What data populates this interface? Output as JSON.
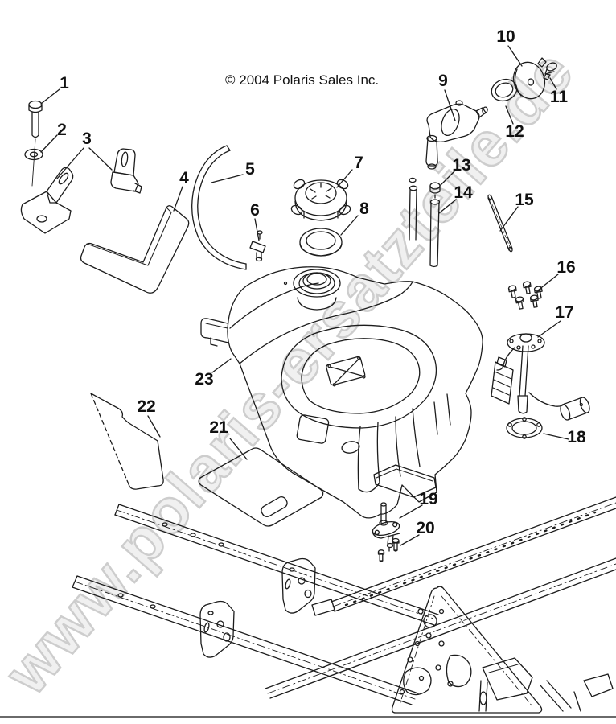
{
  "page": {
    "copyright": "© 2004 Polaris Sales Inc.",
    "watermark": "www.polaris-ersatzteile.de",
    "colors": {
      "background": "#ffffff",
      "line": "#1c1c1c",
      "watermark_stroke": "#c9c9c9",
      "watermark_fill": "#efefef",
      "footer_bar": "#6a6a6a"
    }
  },
  "diagram": {
    "type": "exploded-parts-diagram",
    "callouts": [
      {
        "n": "1"
      },
      {
        "n": "2"
      },
      {
        "n": "3"
      },
      {
        "n": "4"
      },
      {
        "n": "5"
      },
      {
        "n": "6"
      },
      {
        "n": "7"
      },
      {
        "n": "8"
      },
      {
        "n": "9"
      },
      {
        "n": "10"
      },
      {
        "n": "11"
      },
      {
        "n": "12"
      },
      {
        "n": "13"
      },
      {
        "n": "14"
      },
      {
        "n": "15"
      },
      {
        "n": "16"
      },
      {
        "n": "17"
      },
      {
        "n": "18"
      },
      {
        "n": "19"
      },
      {
        "n": "20"
      },
      {
        "n": "21"
      },
      {
        "n": "22"
      },
      {
        "n": "23"
      }
    ]
  }
}
